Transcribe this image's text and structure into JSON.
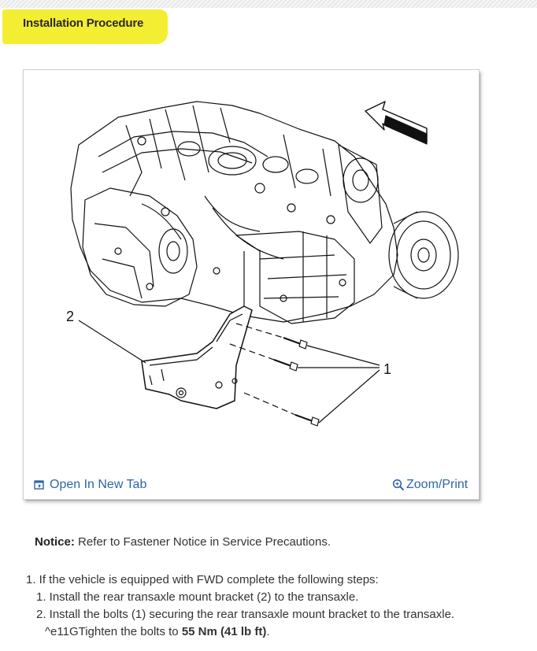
{
  "page": {
    "heading": "Installation Procedure"
  },
  "figure": {
    "callout_1": "1",
    "callout_2": "2"
  },
  "links": {
    "open_new_tab": "Open In New Tab",
    "zoom_print": "Zoom/Print"
  },
  "notice": {
    "label": "Notice:",
    "text": "Refer to Fastener Notice in Service Precautions."
  },
  "steps": {
    "step1": "1. If the vehicle is equipped with FWD complete the following steps:",
    "sub1": "1. Install the rear transaxle mount bracket (2) to the transaxle.",
    "sub2": "2. Install the bolts (1) securing the rear transaxle mount bracket to the transaxle.",
    "tighten_prefix": "^e11GTighten the bolts to ",
    "tighten_value": "55 Nm (41 lb ft)",
    "tighten_suffix": "."
  },
  "colors": {
    "highlight": "#f4ee33",
    "link": "#2f66a8"
  },
  "icons": {
    "open_tab": "open-new-tab-icon",
    "zoom": "zoom-magnifier-icon"
  }
}
